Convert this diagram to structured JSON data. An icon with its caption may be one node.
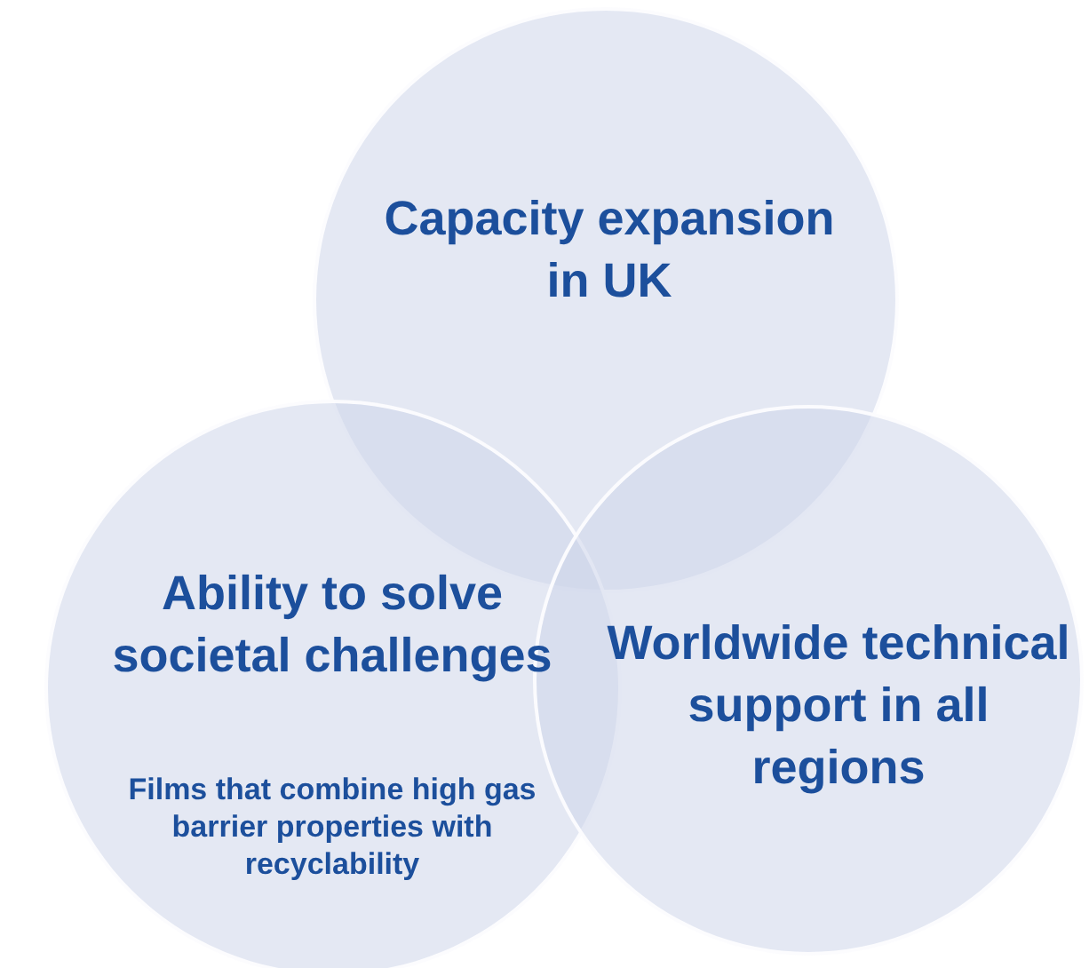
{
  "diagram": {
    "nodes": [
      {
        "text": [
          "Capacity expansion in UK"
        ]
      },
      {
        "text": [
          "Ability to solve societal challenges",
          "Films that combine high gas barrier properties with recyclability"
        ]
      },
      {
        "text": [
          "Worldwide technical support in all regions"
        ]
      }
    ],
    "edges": []
  }
}
